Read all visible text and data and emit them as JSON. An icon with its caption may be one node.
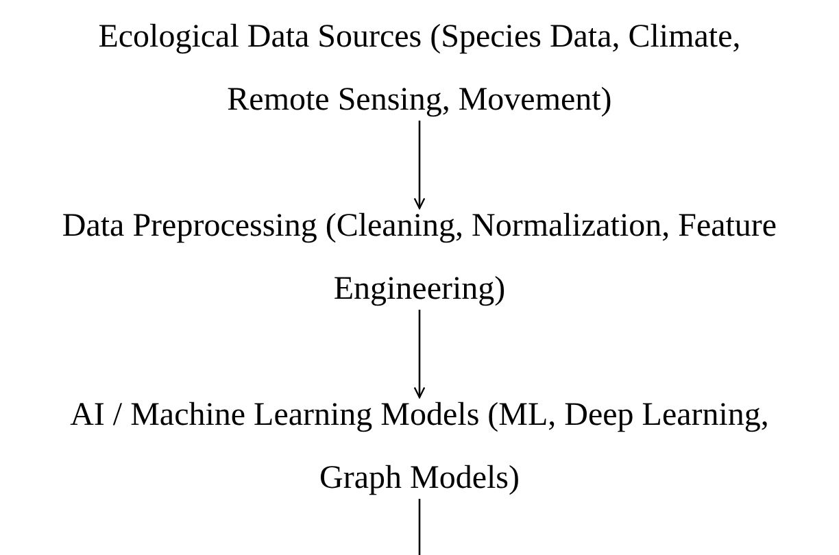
{
  "diagram": {
    "nodes": [
      {
        "text": [
          "Ecological Data Sources (Species Data, Climate, Remote Sensing, Movement)"
        ]
      },
      {
        "text": [
          "Data Preprocessing (Cleaning, Normalization, Feature Engineering)"
        ]
      },
      {
        "text": [
          "AI / Machine Learning Models (ML, Deep Learning, Graph Models)"
        ]
      }
    ],
    "edges": [
      {
        "from": 0,
        "to": 1,
        "arrow": "to"
      },
      {
        "from": 1,
        "to": 2,
        "arrow": "to"
      },
      {
        "from": 2,
        "to": null,
        "arrow": "to"
      }
    ]
  }
}
